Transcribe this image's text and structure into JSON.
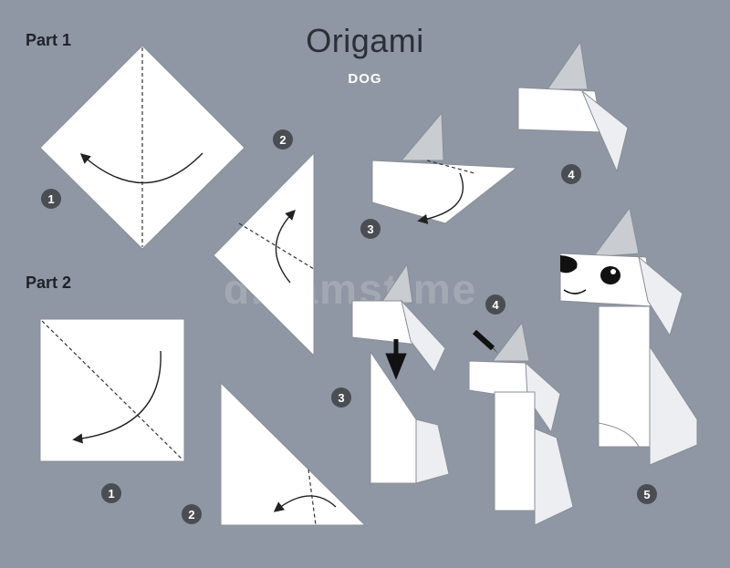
{
  "header": {
    "title": "Origami",
    "subtitle": "DOG"
  },
  "parts": [
    {
      "label": "Part 1"
    },
    {
      "label": "Part 2"
    }
  ],
  "steps": {
    "p1_s1": "1",
    "p1_s2": "2",
    "p1_s3": "3",
    "p1_s4": "4",
    "p2_s1": "1",
    "p2_s2": "2",
    "p2_s3": "3",
    "p2_s4": "4",
    "p2_s5": "5"
  },
  "colors": {
    "background": "#8e97a3",
    "paper": "#ffffff",
    "ear_grey": "#c9cdd2",
    "badge": "#4a4d52",
    "title": "#2b2f36"
  },
  "watermark": "dreamstime"
}
